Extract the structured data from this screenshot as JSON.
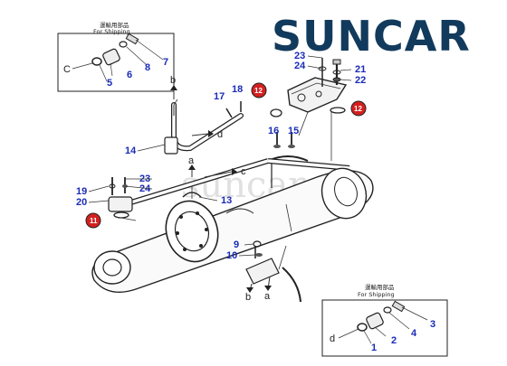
{
  "brand": {
    "name": "SUNCAR",
    "color": "#123a5c"
  },
  "watermark": "suncar",
  "inset_top": {
    "title_cn": "運輸用部品",
    "title_en": "For Shipping",
    "labels": [
      "C",
      "5",
      "6",
      "8",
      "7"
    ]
  },
  "inset_bottom": {
    "title_cn": "運輸用部品",
    "title_en": "For Shipping",
    "labels": [
      "d",
      "1",
      "2",
      "4",
      "3"
    ]
  },
  "part_numbers": [
    "23",
    "24",
    "21",
    "22",
    "17",
    "18",
    "16",
    "15",
    "14",
    "23",
    "24",
    "19",
    "20",
    "13",
    "9",
    "10"
  ],
  "letter_refs": [
    "b",
    "d",
    "a",
    "c",
    "b",
    "a"
  ],
  "seal_callouts": [
    "12",
    "12",
    "11"
  ],
  "colors": {
    "seal_marker": "#d42020",
    "part_number": "#1a2bb8",
    "line": "#333333"
  }
}
